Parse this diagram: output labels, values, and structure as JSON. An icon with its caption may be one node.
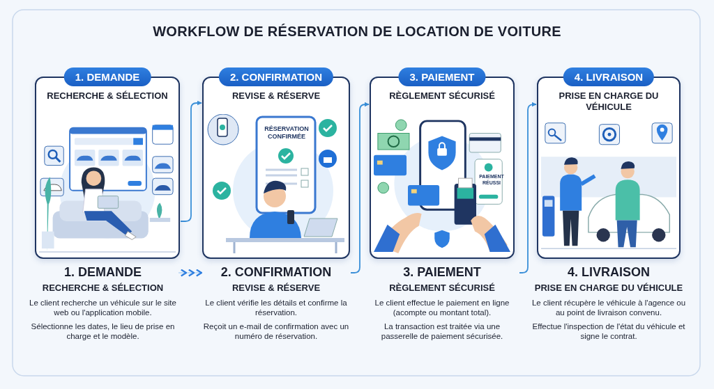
{
  "diagram": {
    "title": "WORKFLOW DE RÉSERVATION DE LOCATION DE VOITURE",
    "nodes": [
      {
        "text": [
          "1. DEMANDE",
          "RECHERCHE & SÉLECTION"
        ]
      },
      {
        "text": [
          "2. CONFIRMATION",
          "REVISE & RÉSERVE"
        ]
      },
      {
        "text": [
          "3. PAIEMENT",
          "RÈGLEMENT SÉCURISÉ"
        ]
      },
      {
        "text": [
          "4. LIVRAISON",
          "PRISE EN CHARGE DU VÉHICULE"
        ]
      },
      {
        "text": [
          "1. DEMANDE",
          "RECHERCHE & SÉLECTION",
          "Le client recherche un véhicule sur le site web ou l'application mobile.",
          "Sélectionne les dates, le lieu de prise en charge et le modèle."
        ]
      },
      {
        "text": [
          "2. CONFIRMATION",
          "REVISE & RÉSERVE",
          "Le client vérifie les détails et confirme la réservation.",
          "Reçoit un e-mail de confirmation avec un numéro de réservation."
        ]
      },
      {
        "text": [
          "3. PAIEMENT",
          "RÈGLEMENT SÉCURISÉ",
          "Le client effectue le paiement en ligne (acompte ou montant total).",
          "La transaction est traitée via une passerelle de paiement sécurisée."
        ]
      },
      {
        "text": [
          "4. LIVRAISON",
          "PRISE EN CHARGE DU VÉHICULE",
          "Le client récupère le véhicule à l'agence ou au point de livraison convenu.",
          "Effectue l'inspection de l'état du véhicule et signe le contrat."
        ]
      }
    ],
    "edges": [
      {
        "from": 0,
        "to": 1,
        "arrow": "to"
      },
      {
        "from": 5,
        "to": 2,
        "arrow": "to"
      },
      {
        "from": 6,
        "to": 3,
        "arrow": "to"
      },
      {
        "from": 4,
        "to": 5,
        "arrow": "to",
        "color": "#9cc6ee"
      }
    ],
    "labels": [
      "RÉSERVATION CONFIRMÉE",
      "PAIEMENT RÉUSSI"
    ]
  }
}
